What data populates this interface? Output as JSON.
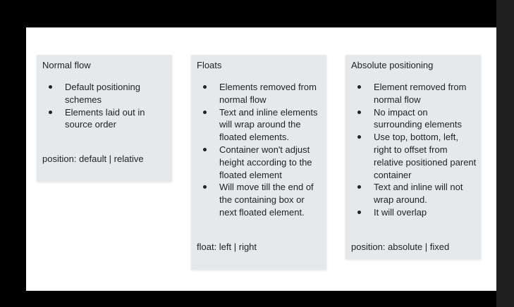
{
  "cards": [
    {
      "title": "Normal flow",
      "bullets": [
        "Default positioning schemes",
        "Elements laid out in source order"
      ],
      "footer": "position: default | relative"
    },
    {
      "title": "Floats",
      "bullets": [
        "Elements removed from normal flow",
        "Text and inline elements will wrap around the floated elements.",
        "Container won't adjust height according to the floated element",
        "Will move till the end of the containing box or next floated element."
      ],
      "footer": "float: left | right"
    },
    {
      "title": "Absolute positioning",
      "bullets": [
        "Element removed from normal flow",
        "No impact on surrounding elements",
        "Use top, bottom, left, right to offset from relative positioned parent container",
        "Text and inline will not wrap around.",
        "It will overlap"
      ],
      "footer": "position: absolute | fixed"
    }
  ]
}
